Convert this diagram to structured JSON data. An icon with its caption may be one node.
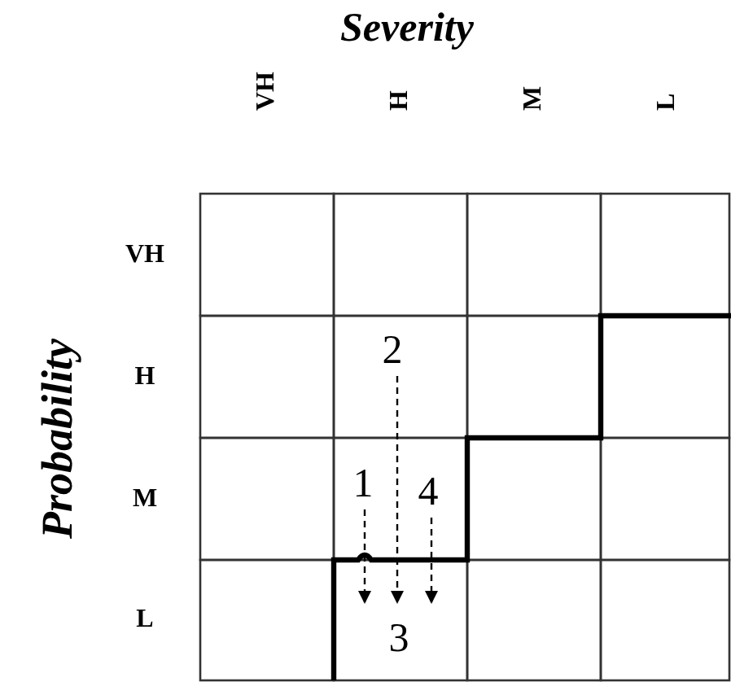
{
  "diagram": {
    "nodes": [
      {
        "text": [
          "2"
        ]
      },
      {
        "text": [
          "1"
        ]
      },
      {
        "text": [
          "4"
        ]
      },
      {
        "text": [
          "3"
        ]
      }
    ],
    "edges": [
      {
        "from": 0,
        "to": 3,
        "arrow": "to",
        "style": "dashed"
      },
      {
        "from": 1,
        "to": 3,
        "arrow": "to",
        "style": "dashed"
      },
      {
        "from": 2,
        "to": 3,
        "arrow": "to",
        "style": "dashed"
      }
    ],
    "labels": [
      "Severity",
      "VH",
      "H",
      "M",
      "L",
      "Probability",
      "VH",
      "H",
      "M",
      "L"
    ]
  }
}
